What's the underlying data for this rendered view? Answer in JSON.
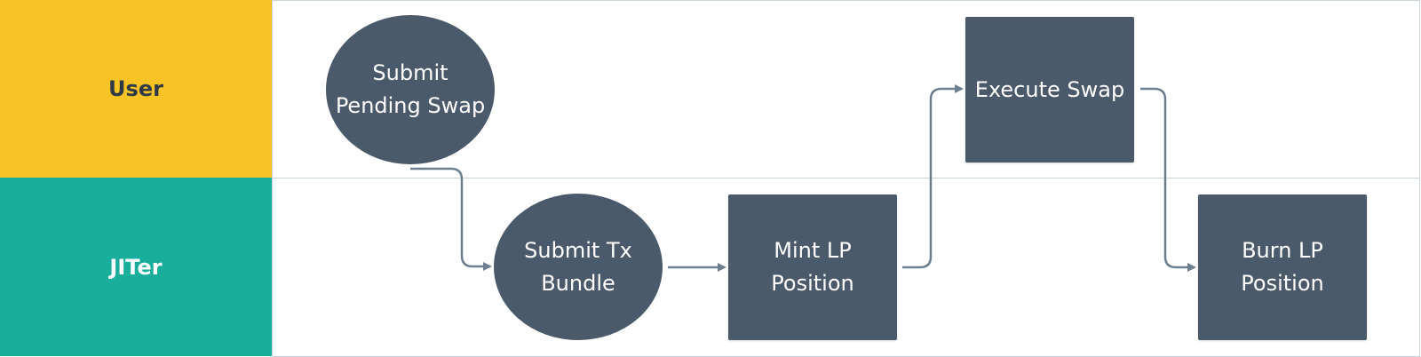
{
  "lanes": {
    "user": {
      "label": "User",
      "color": "#F7C325"
    },
    "jiter": {
      "label": "JITer",
      "color": "#19AE9C"
    }
  },
  "nodes": {
    "submit_pending_swap": {
      "label": "Submit\nPending Swap",
      "shape": "ellipse"
    },
    "submit_tx_bundle": {
      "label": "Submit Tx\nBundle",
      "shape": "ellipse"
    },
    "mint_lp_position": {
      "label": "Mint LP\nPosition",
      "shape": "rect"
    },
    "execute_swap": {
      "label": "Execute Swap",
      "shape": "rect"
    },
    "burn_lp_position": {
      "label": "Burn LP\nPosition",
      "shape": "rect"
    }
  },
  "edges": [
    {
      "from": "Submit Pending Swap",
      "to": "Submit Tx Bundle"
    },
    {
      "from": "Submit Tx Bundle",
      "to": "Mint LP Position"
    },
    {
      "from": "Mint LP Position",
      "to": "Execute Swap"
    },
    {
      "from": "Execute Swap",
      "to": "Burn LP Position"
    }
  ],
  "colors": {
    "node_fill": "#4A5A6A",
    "node_text": "#FFFFFF",
    "connector": "#6E7F8F",
    "lane_border": "#C9D3DA"
  }
}
